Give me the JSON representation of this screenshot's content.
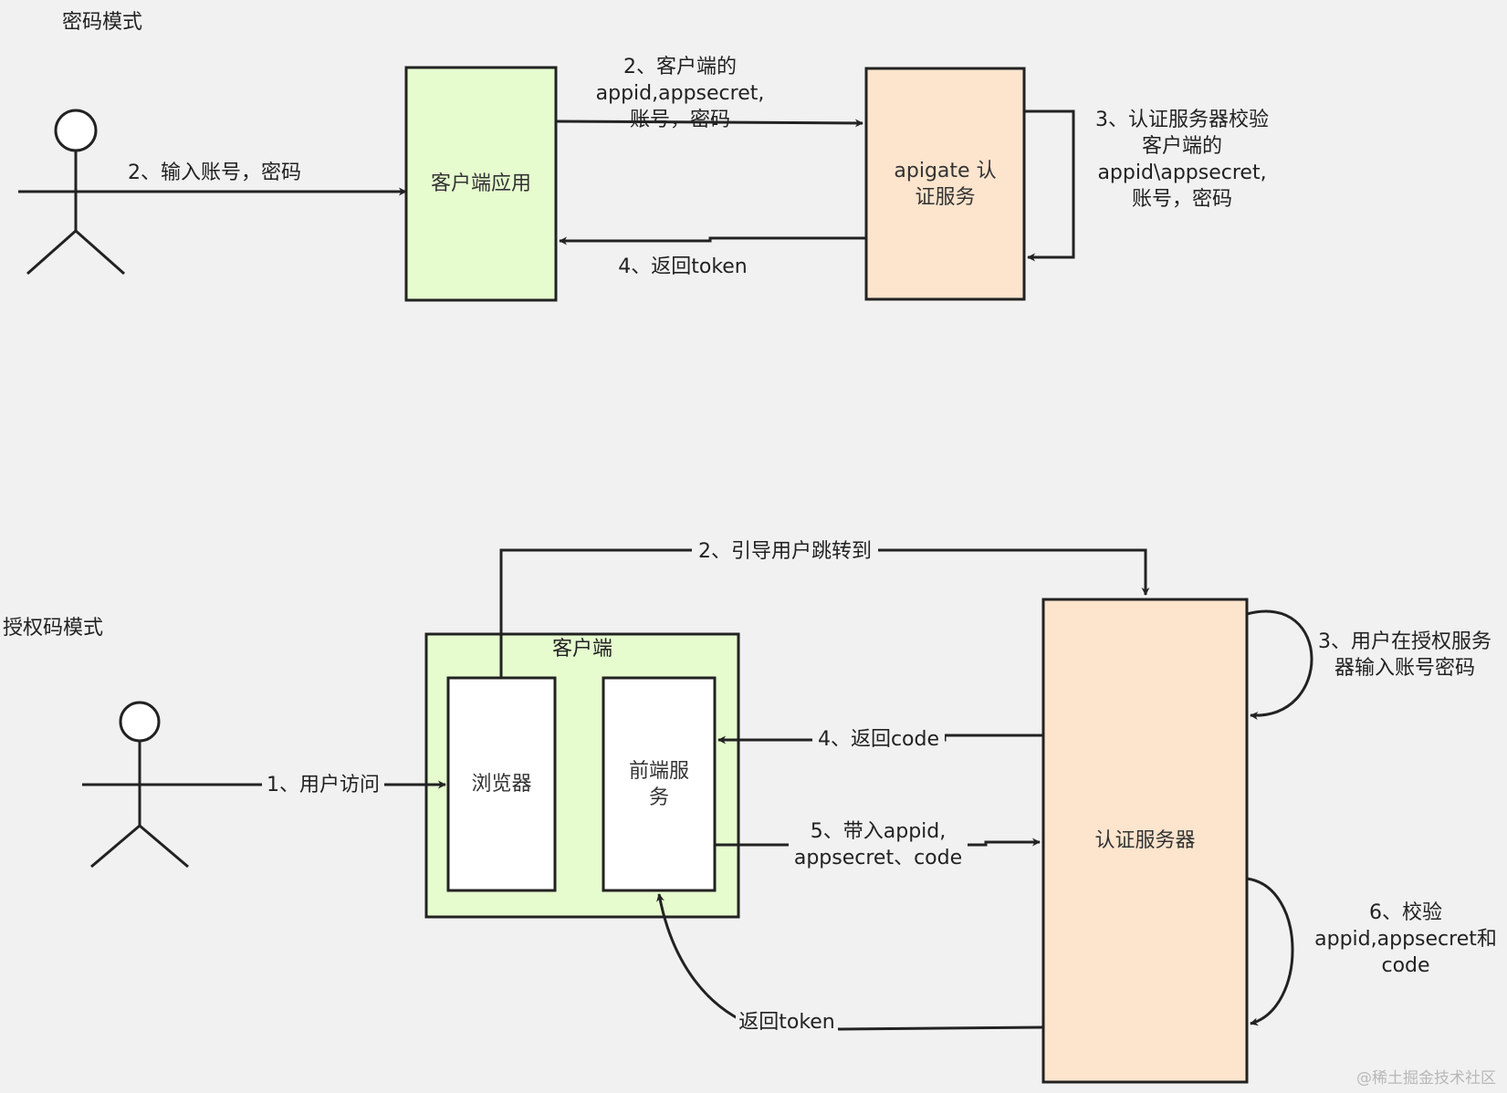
{
  "password_mode": {
    "title": "密码模式",
    "client_app": "客户端应用",
    "auth_service": "apigate 认\n证服务",
    "edge_input": "2、输入账号，密码",
    "edge_send": "2、客户端的\nappid,appsecret,\n账号，密码",
    "edge_verify": "3、认证服务器校验\n客户端的\nappid\\appsecret,\n账号，密码",
    "edge_return": "4、返回token"
  },
  "auth_code_mode": {
    "title": "授权码模式",
    "client_group": "客户端",
    "browser": "浏览器",
    "frontend_service": "前端服\n务",
    "auth_server": "认证服务器",
    "edge_visit": "1、用户访问",
    "edge_redirect": "2、引导用户跳转到",
    "edge_login": "3、用户在授权服务\n器输入账号密码",
    "edge_code": "4、返回code",
    "edge_exchange": "5、带入appid,\nappsecret、code",
    "edge_validate": "6、校验\nappid,appsecret和\ncode",
    "edge_token": "返回token"
  },
  "watermark": "@稀土掘金技术社区",
  "colors": {
    "client_fill": "#e6fccf",
    "server_fill": "#fce4cd",
    "white": "#ffffff",
    "stroke": "#222222",
    "background": "#f1f1f1"
  }
}
